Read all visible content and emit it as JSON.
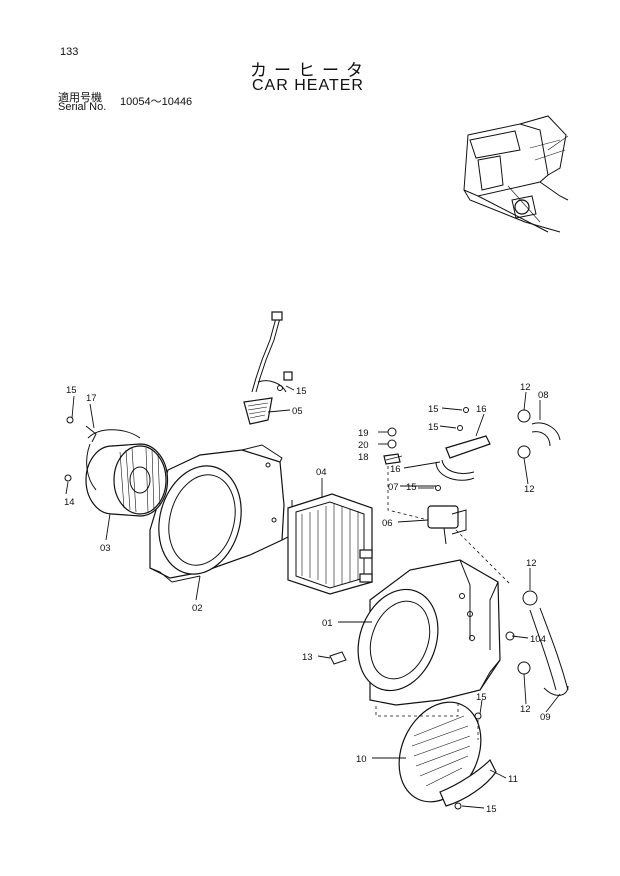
{
  "header": {
    "page_number": "133",
    "title_jp": "カーヒータ",
    "title_en": "CAR HEATER",
    "serial_label_jp": "適用号機",
    "serial_label_en": "Serial No.",
    "serial_range": "10054～10446"
  },
  "callouts": {
    "c01": "01",
    "c02": "02",
    "c03": "03",
    "c04": "04",
    "c05": "05",
    "c06": "06",
    "c07": "07",
    "c08": "08",
    "c09": "09",
    "c10": "10",
    "c11": "11",
    "c12a": "12",
    "c12b": "12",
    "c12c": "12",
    "c12d": "12",
    "c13": "13",
    "c14": "14",
    "c15a": "15",
    "c15b": "15",
    "c15c": "15",
    "c15d": "15",
    "c15e": "15",
    "c15f": "15",
    "c15g": "15",
    "c16a": "16",
    "c16b": "16",
    "c17": "17",
    "c18": "18",
    "c19": "19",
    "c20": "20",
    "c104": "104"
  }
}
